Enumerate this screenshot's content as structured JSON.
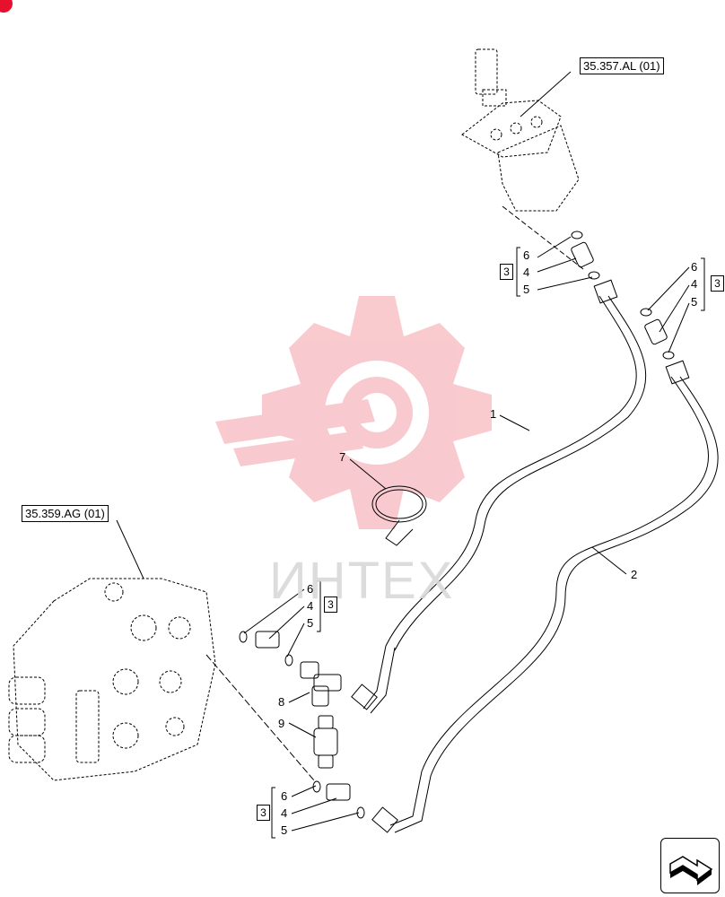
{
  "references": {
    "ref_top": "35.357.AL (01)",
    "ref_left": "35.359.AG (01)"
  },
  "callouts": {
    "hose_1": "1",
    "hose_2": "2",
    "clamp": "7",
    "tee": "8",
    "valve": "9"
  },
  "groups": [
    {
      "box": "3",
      "items": [
        "6",
        "4",
        "5"
      ]
    },
    {
      "box": "3",
      "items": [
        "6",
        "4",
        "5"
      ]
    },
    {
      "box": "3",
      "items": [
        "6",
        "4",
        "5"
      ]
    },
    {
      "box": "3",
      "items": [
        "6",
        "4",
        "5"
      ]
    }
  ],
  "watermark": {
    "text": "ИНТЕХ",
    "logo_color": "#f4a0a8"
  },
  "colors": {
    "line": "#000000",
    "corner_mark": "#e8112d"
  },
  "icons": {
    "corner": "red-dot-icon",
    "navigation": "next-page-arrow-icon"
  }
}
